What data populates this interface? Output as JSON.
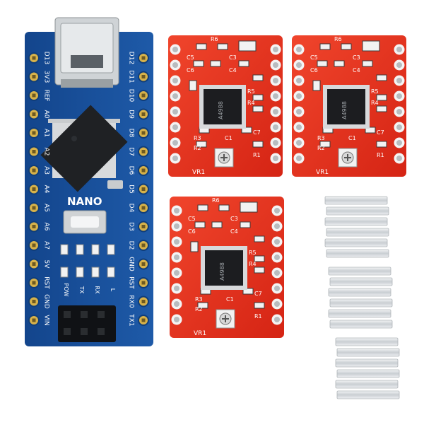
{
  "nano": {
    "board_name": "NANO",
    "left_pins": [
      "D13",
      "3V3",
      "REF",
      "A0",
      "A1",
      "A2",
      "A3",
      "A4",
      "A5",
      "A6",
      "A7",
      "5V",
      "RST",
      "GND",
      "VIN"
    ],
    "right_pins": [
      "D12",
      "D11",
      "D10",
      "D9",
      "D8",
      "D7",
      "D6",
      "D5",
      "D4",
      "D3",
      "D2",
      "GND",
      "RST",
      "RX0",
      "TX1"
    ],
    "led_labels": [
      "POW",
      "TX",
      "RX",
      "L"
    ]
  },
  "driver": {
    "chip_text": "A4988",
    "pot_label": "VR1",
    "labels": [
      "R6",
      "C5",
      "C6",
      "C3",
      "C4",
      "R5",
      "R4",
      "R3",
      "R2",
      "R1",
      "C7",
      "C1"
    ]
  },
  "colors": {
    "nano_pcb": "#1a4f9a",
    "driver_pcb": "#e8301a",
    "header_gold": "#d7b24a",
    "heatsink": "#d9dde0"
  }
}
